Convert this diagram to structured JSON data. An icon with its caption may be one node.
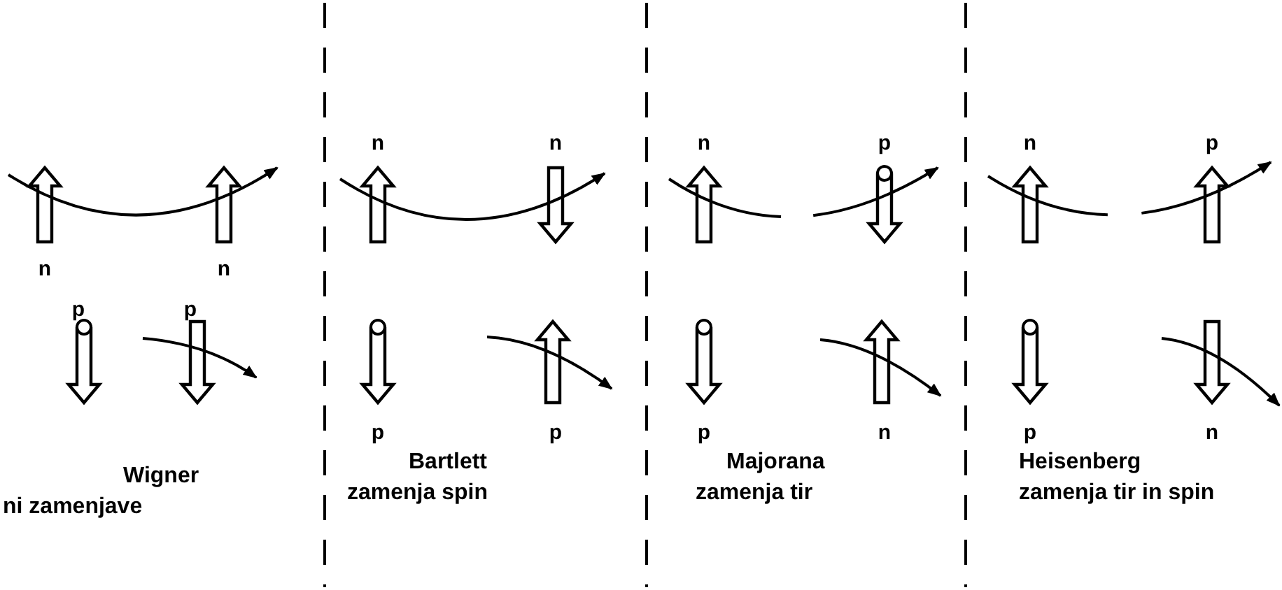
{
  "diagram": {
    "labels": [
      "n",
      "n",
      "p",
      "p",
      "Wigner",
      "ni zamenjave",
      "n",
      "n",
      "p",
      "p",
      "Bartlett",
      "zamenja spin",
      "n",
      "p",
      "p",
      "n",
      "Majorana",
      "zamenja tir",
      "n",
      "p",
      "p",
      "n",
      "Heisenberg",
      "zamenja tir in spin"
    ]
  }
}
